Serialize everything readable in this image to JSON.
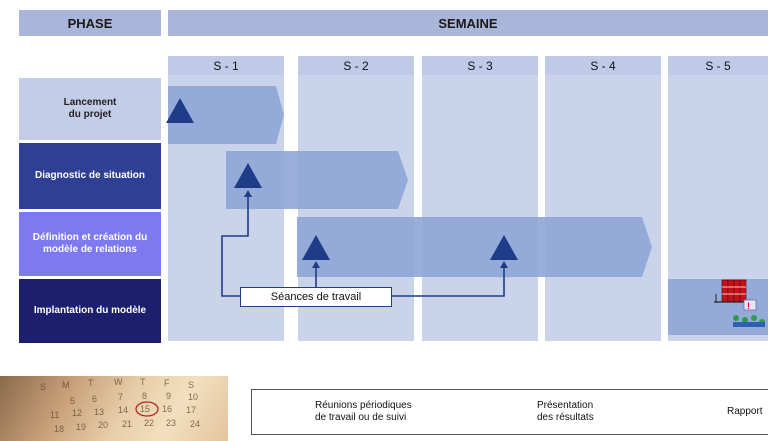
{
  "header": {
    "phase": "PHASE",
    "week": "SEMAINE"
  },
  "weeks": [
    "S - 1",
    "S - 2",
    "S - 3",
    "S - 4",
    "S - 5"
  ],
  "phases": [
    {
      "line1": "Lancement",
      "line2": "du projet"
    },
    {
      "line1": "Diagnostic de situation",
      "line2": ""
    },
    {
      "line1": "Définition et création du",
      "line2": "modèle de relations"
    },
    {
      "line1": "Implantation du modèle",
      "line2": ""
    }
  ],
  "callout": "Séances de travail",
  "legend": {
    "meetings_line1": "Réunions périodiques",
    "meetings_line2": "de travail ou de suivi",
    "presentation_line1": "Présentation",
    "presentation_line2": "des résultats",
    "report": "Rapport"
  },
  "colors": {
    "header": "#a9b6d9",
    "week_column": "#c9d3ea",
    "arrow": "#8ea5d6",
    "marker": "#1f3c88",
    "phase1": "#c4cde8",
    "phase2": "#2f3f93",
    "phase3": "#7d79f0",
    "phase4": "#1b1f6e"
  },
  "icons": [
    "meeting-triangle-icon",
    "presentation-icon",
    "report-binders-icon",
    "calendar-photo"
  ]
}
